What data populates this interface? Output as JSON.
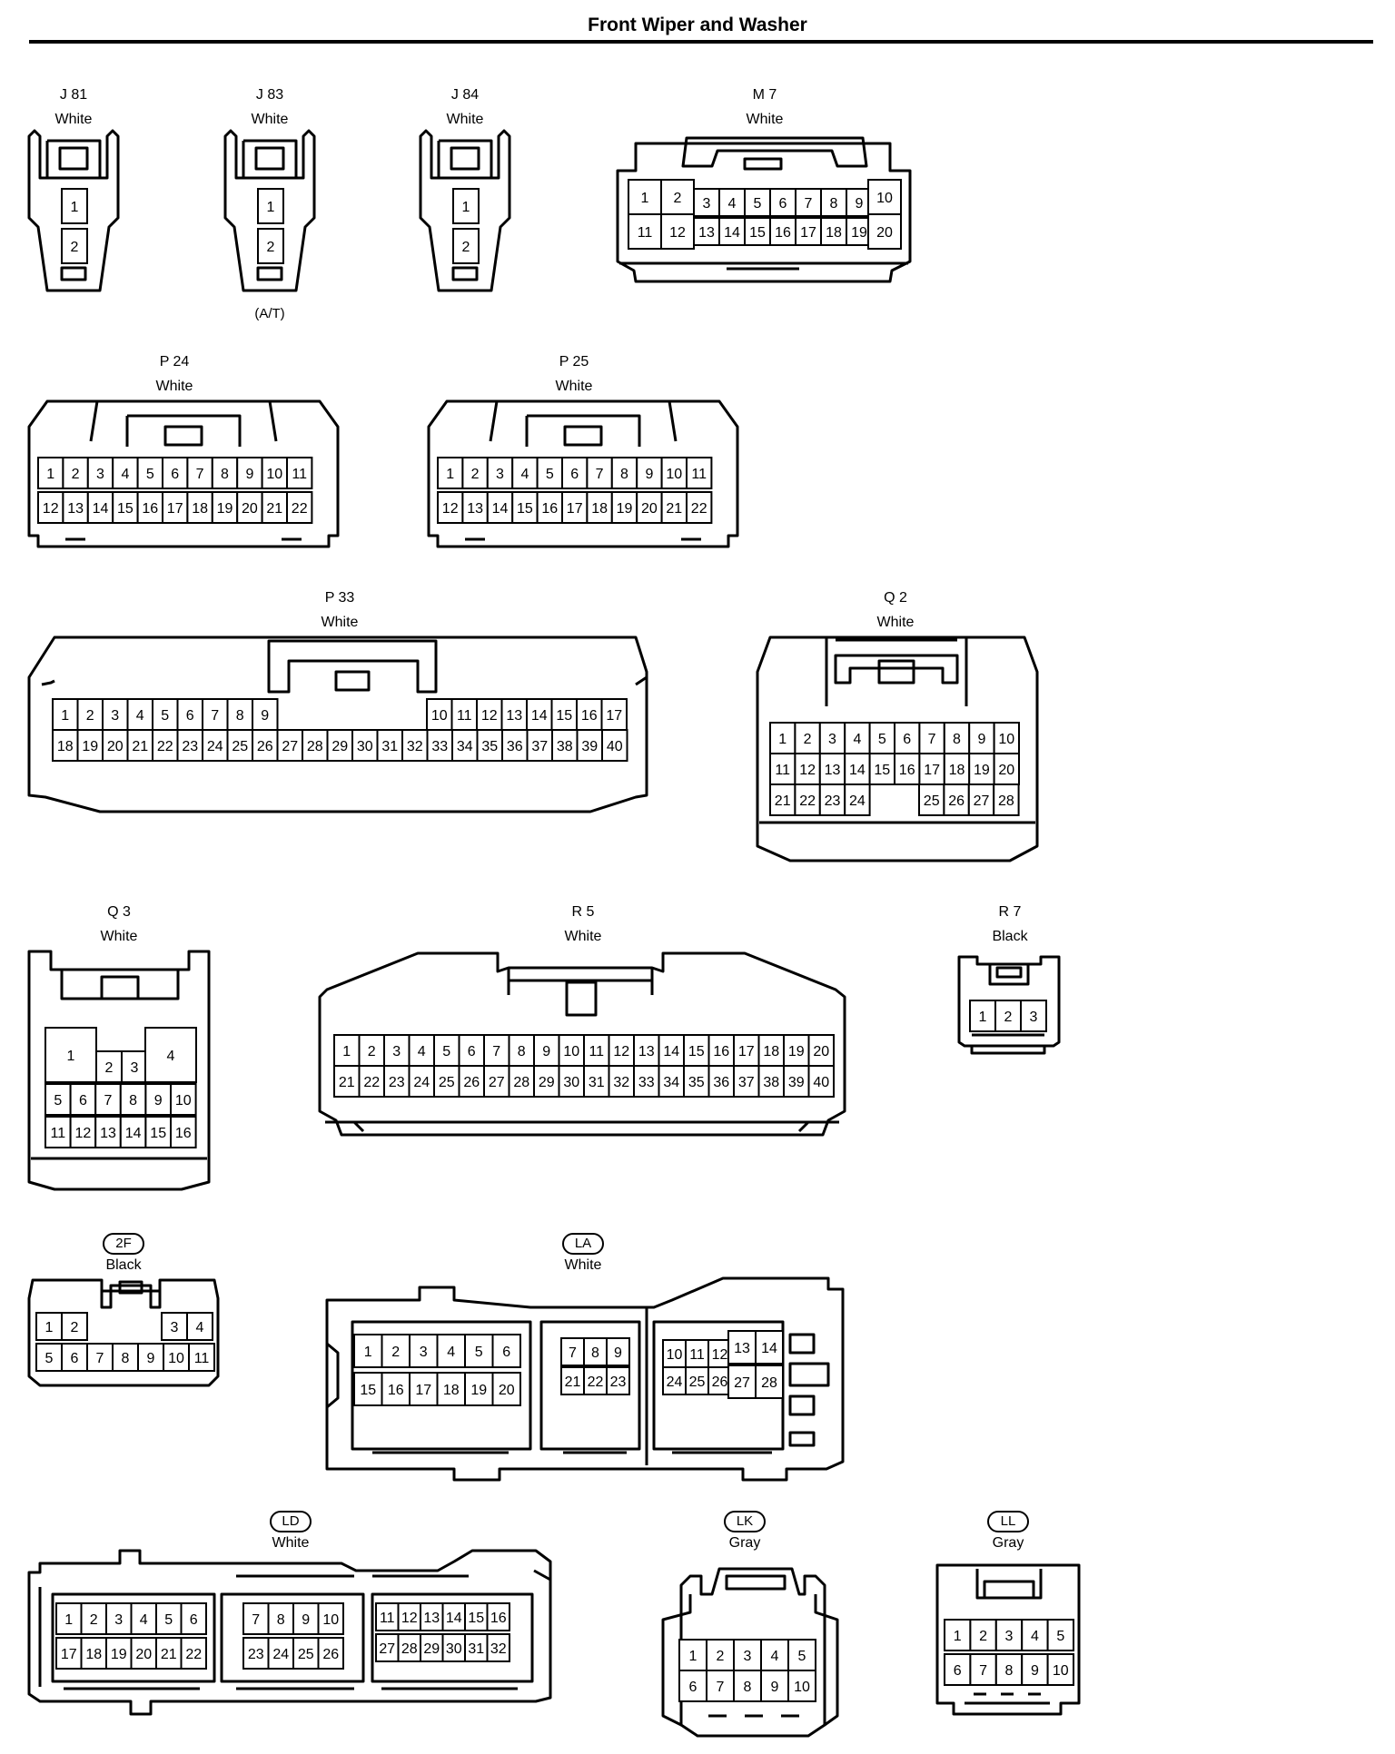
{
  "title": "Front Wiper and Washer",
  "connectors": [
    {
      "id": "J81",
      "name": "J 81",
      "color": "White",
      "badge": false,
      "pins": [
        "1",
        "2"
      ]
    },
    {
      "id": "J83",
      "name": "J 83",
      "color": "White",
      "badge": false,
      "note": "(A/T)",
      "pins": [
        "1",
        "2"
      ]
    },
    {
      "id": "J84",
      "name": "J 84",
      "color": "White",
      "badge": false,
      "pins": [
        "1",
        "2"
      ]
    },
    {
      "id": "M7",
      "name": "M 7",
      "color": "White",
      "badge": false,
      "pins": [
        "1",
        "2",
        "3",
        "4",
        "5",
        "6",
        "7",
        "8",
        "9",
        "10",
        "11",
        "12",
        "13",
        "14",
        "15",
        "16",
        "17",
        "18",
        "19",
        "20"
      ]
    },
    {
      "id": "P24",
      "name": "P 24",
      "color": "White",
      "badge": false,
      "pins": [
        "1",
        "2",
        "3",
        "4",
        "5",
        "6",
        "7",
        "8",
        "9",
        "10",
        "11",
        "12",
        "13",
        "14",
        "15",
        "16",
        "17",
        "18",
        "19",
        "20",
        "21",
        "22"
      ]
    },
    {
      "id": "P25",
      "name": "P 25",
      "color": "White",
      "badge": false,
      "pins": [
        "1",
        "2",
        "3",
        "4",
        "5",
        "6",
        "7",
        "8",
        "9",
        "10",
        "11",
        "12",
        "13",
        "14",
        "15",
        "16",
        "17",
        "18",
        "19",
        "20",
        "21",
        "22"
      ]
    },
    {
      "id": "P33",
      "name": "P 33",
      "color": "White",
      "badge": false,
      "pins": [
        "1",
        "2",
        "3",
        "4",
        "5",
        "6",
        "7",
        "8",
        "9",
        "10",
        "11",
        "12",
        "13",
        "14",
        "15",
        "16",
        "17",
        "18",
        "19",
        "20",
        "21",
        "22",
        "23",
        "24",
        "25",
        "26",
        "27",
        "28",
        "29",
        "30",
        "31",
        "32",
        "33",
        "34",
        "35",
        "36",
        "37",
        "38",
        "39",
        "40"
      ]
    },
    {
      "id": "Q2",
      "name": "Q 2",
      "color": "White",
      "badge": false,
      "pins": [
        "1",
        "2",
        "3",
        "4",
        "5",
        "6",
        "7",
        "8",
        "9",
        "10",
        "11",
        "12",
        "13",
        "14",
        "15",
        "16",
        "17",
        "18",
        "19",
        "20",
        "21",
        "22",
        "23",
        "24",
        "25",
        "26",
        "27",
        "28"
      ]
    },
    {
      "id": "Q3",
      "name": "Q 3",
      "color": "White",
      "badge": false,
      "pins": [
        "1",
        "2",
        "3",
        "4",
        "5",
        "6",
        "7",
        "8",
        "9",
        "10",
        "11",
        "12",
        "13",
        "14",
        "15",
        "16"
      ]
    },
    {
      "id": "R5",
      "name": "R 5",
      "color": "White",
      "badge": false,
      "pins": [
        "1",
        "2",
        "3",
        "4",
        "5",
        "6",
        "7",
        "8",
        "9",
        "10",
        "11",
        "12",
        "13",
        "14",
        "15",
        "16",
        "17",
        "18",
        "19",
        "20",
        "21",
        "22",
        "23",
        "24",
        "25",
        "26",
        "27",
        "28",
        "29",
        "30",
        "31",
        "32",
        "33",
        "34",
        "35",
        "36",
        "37",
        "38",
        "39",
        "40"
      ]
    },
    {
      "id": "R7",
      "name": "R 7",
      "color": "Black",
      "badge": false,
      "pins": [
        "1",
        "2",
        "3"
      ]
    },
    {
      "id": "2F",
      "name": "2F",
      "color": "Black",
      "badge": true,
      "pins": [
        "1",
        "2",
        "3",
        "4",
        "5",
        "6",
        "7",
        "8",
        "9",
        "10",
        "11"
      ]
    },
    {
      "id": "LA",
      "name": "LA",
      "color": "White",
      "badge": true,
      "pins": [
        "1",
        "2",
        "3",
        "4",
        "5",
        "6",
        "7",
        "8",
        "9",
        "10",
        "11",
        "12",
        "13",
        "14",
        "15",
        "16",
        "17",
        "18",
        "19",
        "20",
        "21",
        "22",
        "23",
        "24",
        "25",
        "26",
        "27",
        "28"
      ]
    },
    {
      "id": "LD",
      "name": "LD",
      "color": "White",
      "badge": true,
      "pins": [
        "1",
        "2",
        "3",
        "4",
        "5",
        "6",
        "7",
        "8",
        "9",
        "10",
        "11",
        "12",
        "13",
        "14",
        "15",
        "16",
        "17",
        "18",
        "19",
        "20",
        "21",
        "22",
        "23",
        "24",
        "25",
        "26",
        "27",
        "28",
        "29",
        "30",
        "31",
        "32"
      ]
    },
    {
      "id": "LK",
      "name": "LK",
      "color": "Gray",
      "badge": true,
      "pins": [
        "1",
        "2",
        "3",
        "4",
        "5",
        "6",
        "7",
        "8",
        "9",
        "10"
      ]
    },
    {
      "id": "LL",
      "name": "LL",
      "color": "Gray",
      "badge": true,
      "pins": [
        "1",
        "2",
        "3",
        "4",
        "5",
        "6",
        "7",
        "8",
        "9",
        "10"
      ]
    }
  ]
}
